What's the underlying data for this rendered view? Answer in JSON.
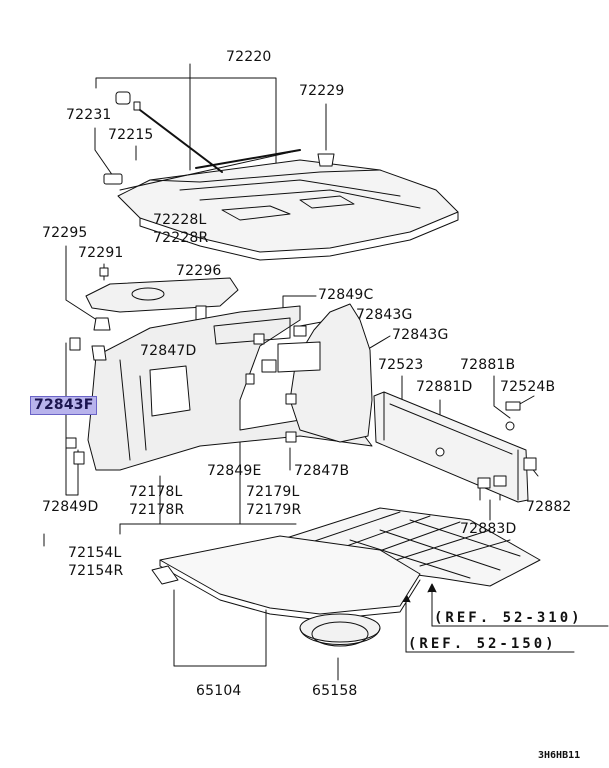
{
  "diagram": {
    "callouts": {
      "p72220": "72220",
      "p72229": "72229",
      "p72231": "72231",
      "p72215": "72215",
      "p72228L": "72228L",
      "p72228R": "72228R",
      "p72295": "72295",
      "p72291": "72291",
      "p72296": "72296",
      "p72849C": "72849C",
      "p72843G_a": "72843G",
      "p72843G_b": "72843G",
      "p72847D": "72847D",
      "p72843F": "72843F",
      "p72523": "72523",
      "p72881B": "72881B",
      "p72881D": "72881D",
      "p72524B": "72524B",
      "p72849E": "72849E",
      "p72847B": "72847B",
      "p72882": "72882",
      "p72849D": "72849D",
      "p72178L": "72178L",
      "p72178R": "72178R",
      "p72179L": "72179L",
      "p72179R": "72179R",
      "p72883D": "72883D",
      "p72154L": "72154L",
      "p72154R": "72154R",
      "p65104": "65104",
      "p65158": "65158"
    },
    "references": {
      "ref1": "(REF. 52-310)",
      "ref2": "(REF. 52-150)"
    },
    "highlighted_part": "72843F",
    "drawing_code": "3H6HB11"
  }
}
